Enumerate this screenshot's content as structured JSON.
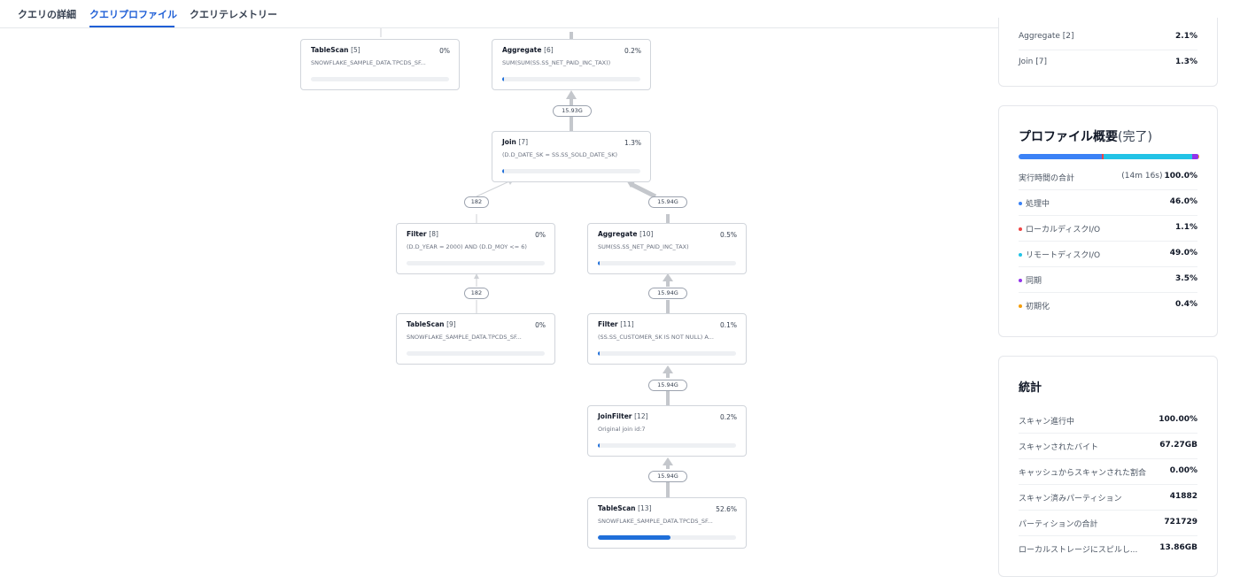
{
  "tabs": [
    {
      "label": "クエリの詳細",
      "active": false
    },
    {
      "label": "クエリプロファイル",
      "active": true
    },
    {
      "label": "クエリテレメトリー",
      "active": false
    }
  ],
  "nodes": {
    "n5": {
      "name": "TableScan",
      "id": "[5]",
      "percent": "0%",
      "desc": "SNOWFLAKE_SAMPLE_DATA.TPCDS_SF...",
      "fill": 0
    },
    "n6": {
      "name": "Aggregate",
      "id": "[6]",
      "percent": "0.2%",
      "desc": "SUM(SUM(SS.SS_NET_PAID_INC_TAX))",
      "fill": 0.2
    },
    "n7": {
      "name": "Join",
      "id": "[7]",
      "percent": "1.3%",
      "desc": "(D.D_DATE_SK = SS.SS_SOLD_DATE_SK)",
      "fill": 1.3
    },
    "n8": {
      "name": "Filter",
      "id": "[8]",
      "percent": "0%",
      "desc": "(D.D_YEAR = 2000) AND (D.D_MOY <= 6)",
      "fill": 0
    },
    "n9": {
      "name": "TableScan",
      "id": "[9]",
      "percent": "0%",
      "desc": "SNOWFLAKE_SAMPLE_DATA.TPCDS_SF...",
      "fill": 0
    },
    "n10": {
      "name": "Aggregate",
      "id": "[10]",
      "percent": "0.5%",
      "desc": "SUM(SS.SS_NET_PAID_INC_TAX)",
      "fill": 0.5
    },
    "n11": {
      "name": "Filter",
      "id": "[11]",
      "percent": "0.1%",
      "desc": "(SS.SS_CUSTOMER_SK IS NOT NULL) A...",
      "fill": 0.1
    },
    "n12": {
      "name": "JoinFilter",
      "id": "[12]",
      "percent": "0.2%",
      "desc": "Original join id:7",
      "fill": 0.2
    },
    "n13": {
      "name": "TableScan",
      "id": "[13]",
      "percent": "52.6%",
      "desc": "SNOWFLAKE_SAMPLE_DATA.TPCDS_SF...",
      "fill": 52.6
    }
  },
  "edges": {
    "e7_6": "15.93G",
    "e8_7": "182",
    "e10_7": "15.94G",
    "e9_8": "182",
    "e11_10": "15.94G",
    "e12_11": "15.94G",
    "e13_12": "15.94G"
  },
  "top_operators": {
    "rows": [
      {
        "label": "Aggregate [2]",
        "value": "2.1%"
      },
      {
        "label": "Join [7]",
        "value": "1.3%"
      }
    ]
  },
  "profile": {
    "title": "プロファイル概要",
    "status": "(完了)",
    "total_label": "実行時間の合計",
    "total_time": "(14m 16s)",
    "total_value": "100.0%",
    "breakdown": [
      {
        "label": "処理中",
        "value": "46.0%",
        "fraction": 46.0,
        "color": "#3b82f6"
      },
      {
        "label": "ローカルディスクI/O",
        "value": "1.1%",
        "fraction": 1.1,
        "color": "#ef4444"
      },
      {
        "label": "リモートディスクI/O",
        "value": "49.0%",
        "fraction": 49.0,
        "color": "#22c3e6"
      },
      {
        "label": "同期",
        "value": "3.5%",
        "fraction": 3.5,
        "color": "#9333ea"
      },
      {
        "label": "初期化",
        "value": "0.4%",
        "fraction": 0.4,
        "color": "#f59e0b"
      }
    ]
  },
  "stats": {
    "title": "統計",
    "rows": [
      {
        "label": "スキャン進行中",
        "value": "100.00%"
      },
      {
        "label": "スキャンされたバイト",
        "value": "67.27GB"
      },
      {
        "label": "キャッシュからスキャンされた割合",
        "value": "0.00%"
      },
      {
        "label": "スキャン済みパーティション",
        "value": "41882"
      },
      {
        "label": "パーティションの合計",
        "value": "721729"
      },
      {
        "label": "ローカルストレージにスピルし...",
        "value": "13.86GB"
      }
    ]
  }
}
